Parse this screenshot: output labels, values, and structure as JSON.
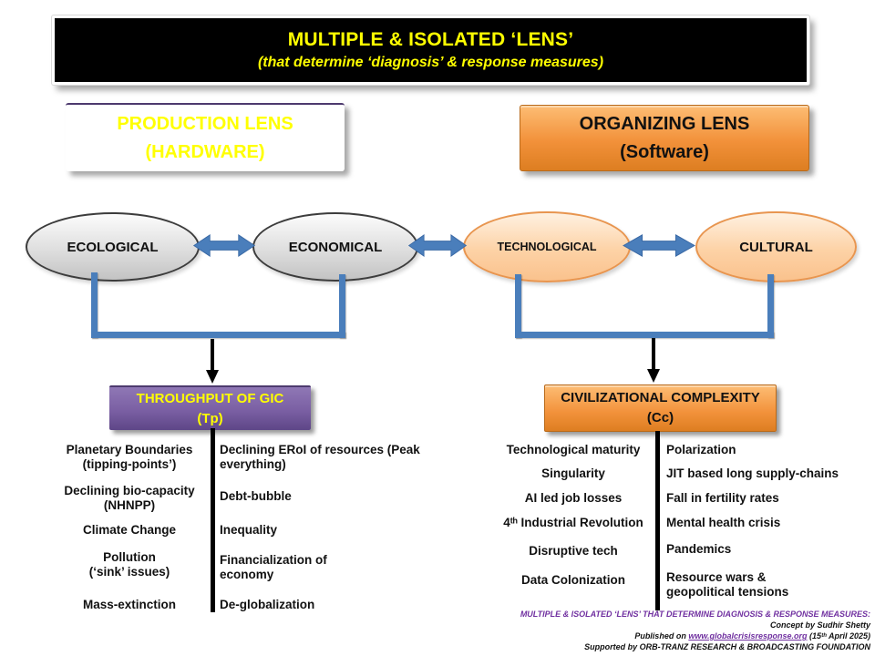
{
  "header": {
    "title": "MULTIPLE & ISOLATED ‘LENS’",
    "subtitle": "(that determine ‘diagnosis’ & response measures)"
  },
  "lens_boxes": {
    "production": {
      "line1": "PRODUCTION LENS",
      "line2": "(HARDWARE)"
    },
    "organizing": {
      "line1": "ORGANIZING LENS",
      "line2": "(Software)"
    }
  },
  "ellipses": {
    "ecological": "ECOLOGICAL",
    "economical": "ECONOMICAL",
    "technological": "TECHNOLOGICAL",
    "cultural": "CULTURAL"
  },
  "result_boxes": {
    "throughput": {
      "line1": "THROUGHPUT OF GIC",
      "line2": "(Tp)"
    },
    "complexity": {
      "line1": "CIVILIZATIONAL COMPLEXITY",
      "line2": "(Cc)"
    }
  },
  "throughput_list": {
    "left": [
      "Planetary Boundaries\n(tipping-points’)",
      "Declining bio-capacity\n(NHNPP)",
      "Climate Change",
      "Pollution\n(‘sink’ issues)",
      "Mass-extinction"
    ],
    "right": [
      "Declining ERoI  of resources (Peak\neverything)",
      "Debt-bubble",
      "Inequality",
      "Financialization of\neconomy",
      "De-globalization"
    ]
  },
  "complexity_list": {
    "left": [
      "Technological maturity",
      "Singularity",
      "AI led job losses",
      "4ᵗʰ Industrial Revolution",
      "Disruptive tech",
      "Data Colonization"
    ],
    "right": [
      "Polarization",
      "JIT based long supply-chains",
      "Fall in fertility rates",
      "Mental health crisis",
      "Pandemics",
      "Resource wars &\ngeopolitical tensions"
    ]
  },
  "footer": {
    "line1": "MULTIPLE & ISOLATED ‘LENS’ THAT DETERMINE DIAGNOSIS & RESPONSE MEASURES:",
    "line2": "Concept by Sudhir Shetty",
    "line3_prefix": "Published on ",
    "line3_link": "www.globalcrisisresponse.org",
    "line3_suffix": " (15ᵗʰ April  2025)",
    "line4": "Supported by ORB-TRANZ RESEARCH & BROADCASTING FOUNDATION"
  },
  "colors": {
    "accent_blue": "#4a7ebb",
    "purple": "#7a5fa3",
    "orange": "#f2913a",
    "yellow": "#ffff00",
    "footer_purple": "#7030a0"
  }
}
